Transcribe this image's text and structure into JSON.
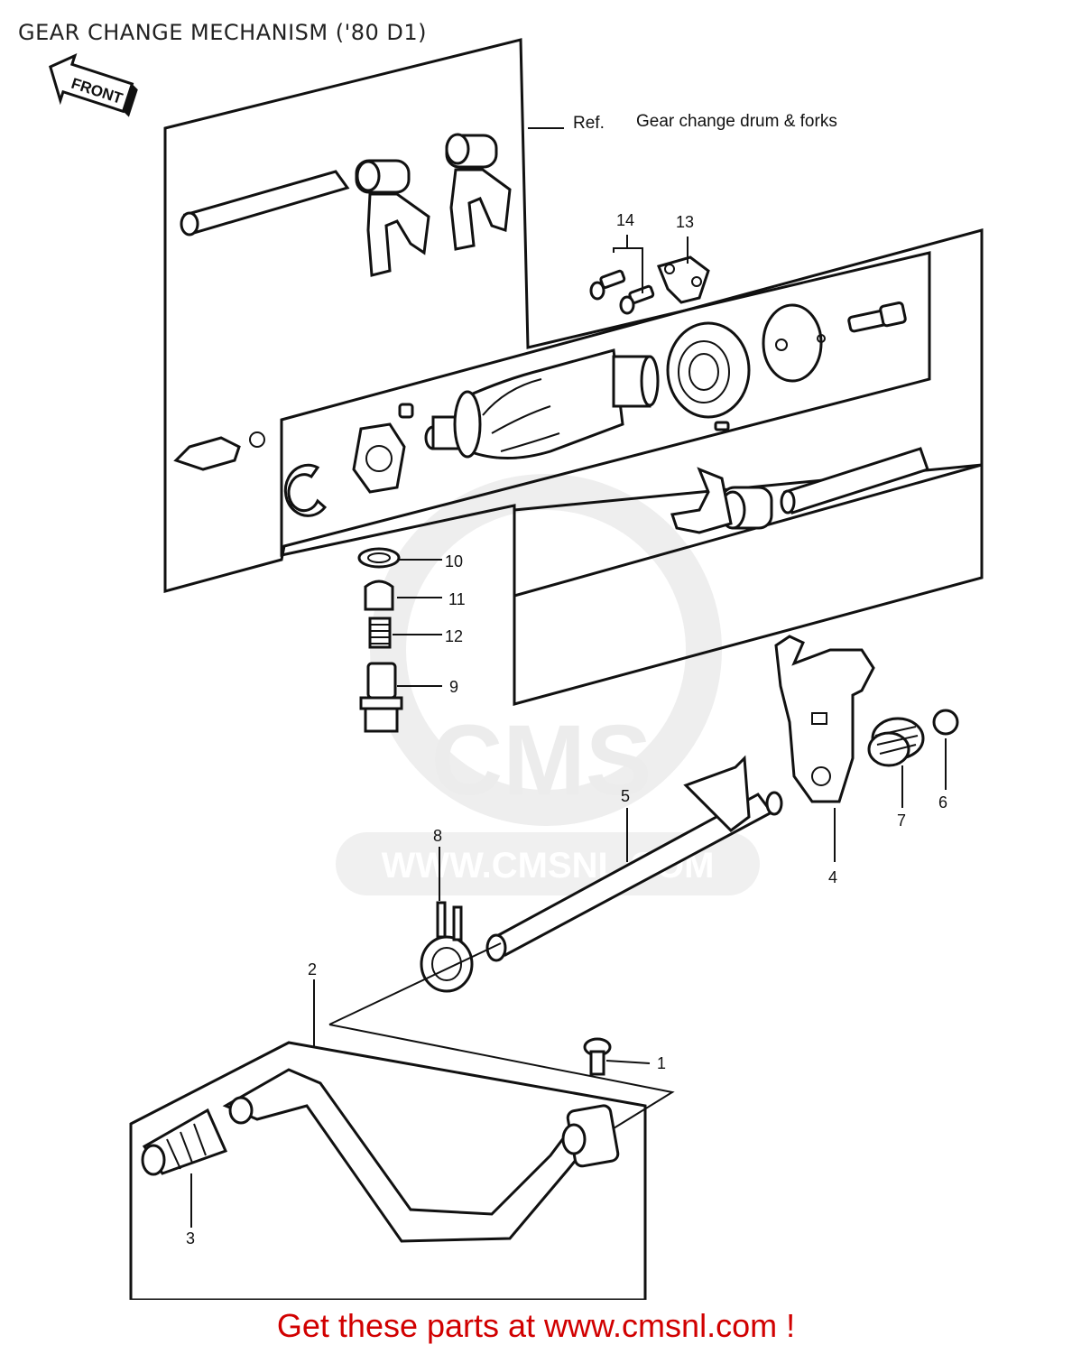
{
  "diagram": {
    "title": "GEAR CHANGE MECHANISM ('80 D1)",
    "front_arrow_label": "FRONT",
    "ref_label": "Ref.",
    "ref_text": "Gear change drum & forks",
    "watermark_text": "CMS",
    "watermark_url": "WWW.CMSNL.COM",
    "callouts": [
      "1",
      "2",
      "3",
      "4",
      "5",
      "6",
      "7",
      "8",
      "9",
      "10",
      "11",
      "12",
      "13",
      "14"
    ]
  },
  "footer": {
    "text": "Get these parts at www.cmsnl.com !"
  }
}
